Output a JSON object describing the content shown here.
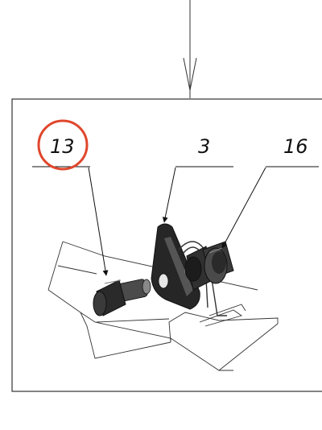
{
  "callouts": [
    {
      "label": "13",
      "highlighted": true
    },
    {
      "label": "3",
      "highlighted": false
    },
    {
      "label": "16",
      "highlighted": false
    }
  ],
  "colors": {
    "line": "#222222",
    "highlight_circle": "#e0462c",
    "part_dark": "#262626",
    "part_mid": "#5a5a5a",
    "part_light": "#d9d9d9"
  }
}
